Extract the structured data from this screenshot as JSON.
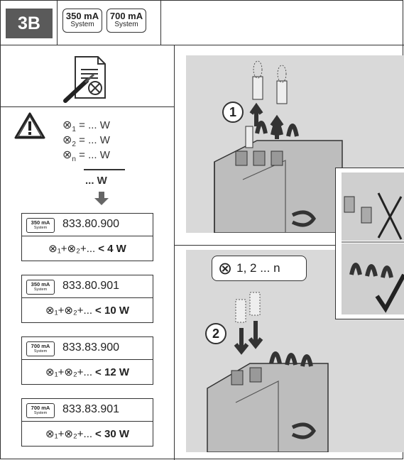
{
  "header": {
    "section_tag": "3B",
    "badges": [
      {
        "ma": "350 mA",
        "sys": "System"
      },
      {
        "ma": "700 mA",
        "sys": "System"
      }
    ]
  },
  "formula": {
    "symbol": "⊗",
    "line1": "= ... W",
    "line2": "= ... W",
    "line3": "= ... W",
    "sub1": "1",
    "sub2": "2",
    "subn": "n",
    "total": "... W"
  },
  "cards": [
    {
      "ma": "350 mA",
      "sys": "System",
      "code": "833.80.900",
      "expr": "⊗₁+⊗₂+...",
      "limit": "< 4 W"
    },
    {
      "ma": "350 mA",
      "sys": "System",
      "code": "833.80.901",
      "expr": "⊗₁+⊗₂+...",
      "limit": "< 10 W"
    },
    {
      "ma": "700 mA",
      "sys": "System",
      "code": "833.83.900",
      "expr": "⊗₁+⊗₂+...",
      "limit": "< 12 W"
    },
    {
      "ma": "700 mA",
      "sys": "System",
      "code": "833.83.901",
      "expr": "⊗₁+⊗₂+...",
      "limit": "< 30 W"
    }
  ],
  "steps": {
    "step1": "1",
    "step2": "2",
    "channel_label": "1, 2 ... n",
    "channel_symbol": "⊗"
  },
  "colors": {
    "tag_bg": "#5a5a5a",
    "photo_bg": "#d9d9d9",
    "line": "#333333"
  }
}
